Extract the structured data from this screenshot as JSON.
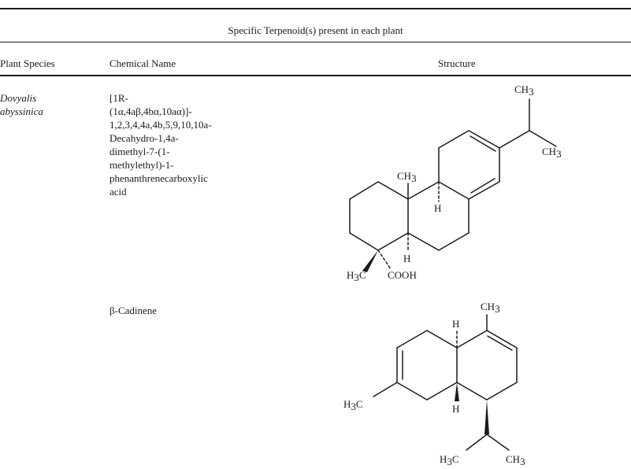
{
  "table": {
    "caption": "Specific Terpenoid(s) present in each plant",
    "headers": {
      "species": "Plant Species",
      "chemical_name": "Chemical Name",
      "structure": "Structure"
    },
    "rows": [
      {
        "species_lines": [
          "Dovyalis",
          "abyssinica"
        ],
        "chemical_name_lines": [
          "[1R-",
          "(1α,4aβ,4bα,10aα)]-",
          "1,2,3,4,4a,4b,5,9,10,10a-",
          "Decahydro-1,4a-",
          "dimethyl-7-(1-",
          "methylethyl)-1-",
          "phenanthrenecarboxylic",
          "acid"
        ],
        "structure_labels": {
          "ch3_top": "CH",
          "ch3_top_sub": "3",
          "ch3_right": "CH",
          "ch3_right_sub": "3",
          "ch3_ring": "CH",
          "ch3_ring_sub": "3",
          "h_mid": "H",
          "h_low": "H",
          "h3c": "H",
          "h3c_sub": "3",
          "h3c_c": "C",
          "cooh": "COOH"
        }
      },
      {
        "species_lines": [],
        "chemical_name_lines": [
          "β-Cadinene"
        ],
        "structure_labels": {
          "h_top": "H",
          "ch3_top": "CH",
          "ch3_top_sub": "3",
          "h3c_left": "H",
          "h3c_left_sub": "3",
          "h3c_left_c": "C",
          "h_bottom": "H",
          "h3c_bottom": "H",
          "h3c_bottom_sub": "3",
          "h3c_bottom_c": "C",
          "ch3_bottom": "CH",
          "ch3_bottom_sub": "3"
        }
      }
    ]
  }
}
